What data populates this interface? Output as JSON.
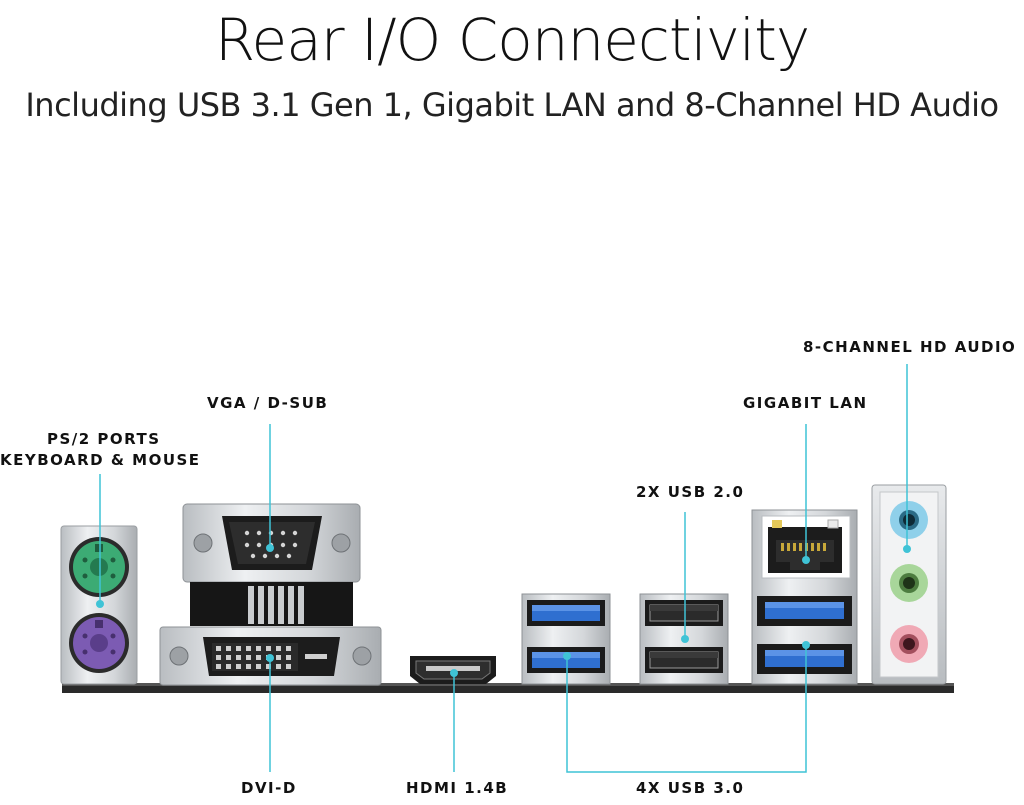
{
  "title": "Rear I/O Connectivity",
  "subtitle": "Including USB 3.1 Gen 1, Gigabit LAN and 8-Channel HD Audio",
  "labels": {
    "ps2_line1": "PS/2 PORTS",
    "ps2_line2": "KEYBOARD & MOUSE",
    "vga": "VGA / D-SUB",
    "dvi": "DVI-D",
    "hdmi": "HDMI 1.4B",
    "usb20": "2X USB 2.0",
    "usb30": "4X USB 3.0",
    "lan": "GIGABIT LAN",
    "audio": "8-CHANNEL HD AUDIO"
  },
  "colors": {
    "callout": "#3fc3d6",
    "ps2_keyboard": "#7c5bb3",
    "ps2_mouse": "#3cab74",
    "usb3_blue": "#2f6fd0",
    "audio_blue": "#8fd0ea",
    "audio_green": "#a8d69a",
    "audio_pink": "#f0a9b5",
    "metal": "#d9dcdf",
    "black": "#1b1b1b"
  }
}
